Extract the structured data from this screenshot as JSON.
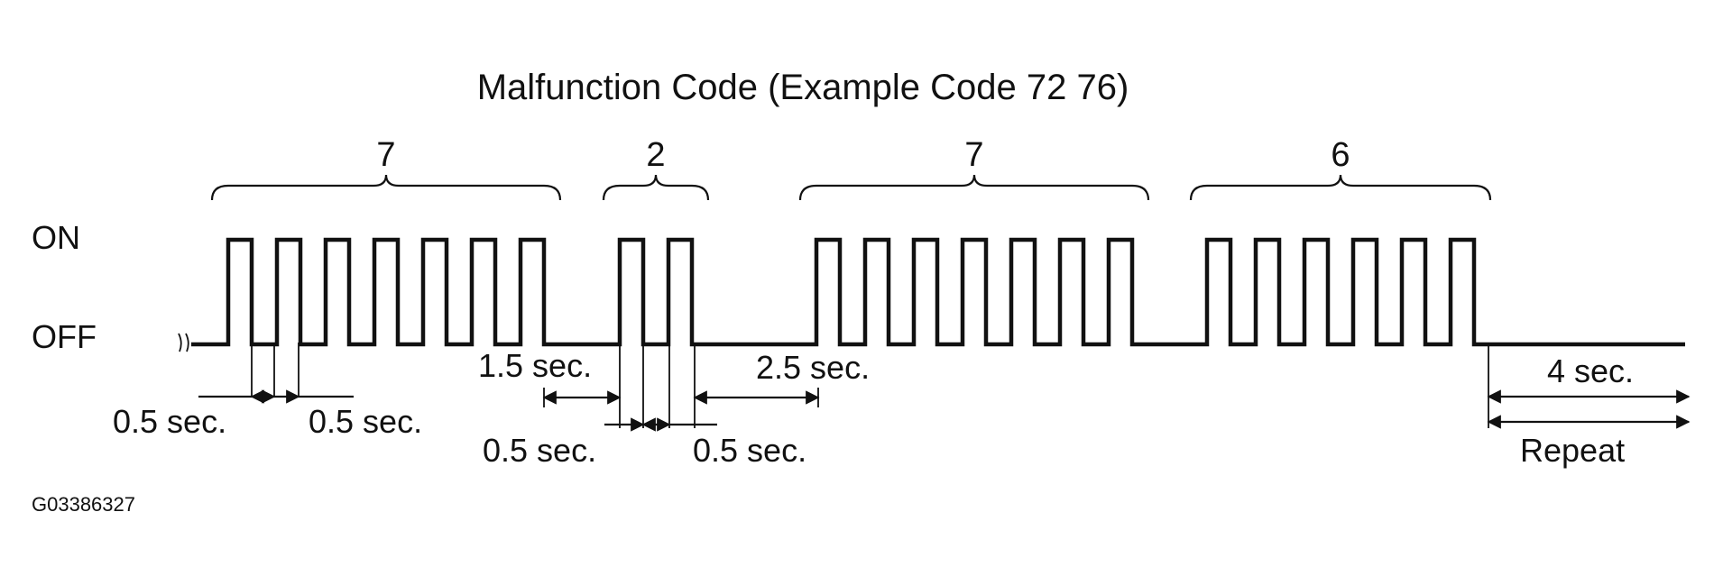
{
  "title": "Malfunction Code (Example Code 72 76)",
  "levels": {
    "on": "ON",
    "off": "OFF"
  },
  "digits": [
    {
      "label": "7",
      "pulses": 7
    },
    {
      "label": "2",
      "pulses": 2
    },
    {
      "label": "7",
      "pulses": 7
    },
    {
      "label": "6",
      "pulses": 6
    }
  ],
  "timing": {
    "pulse_on": "0.5 sec.",
    "pulse_off": "0.5 sec.",
    "digit_gap": "1.5 sec.",
    "code_gap": "2.5 sec.",
    "repeat_gap": "4 sec."
  },
  "labels": {
    "pulse_on_1": "0.5 sec.",
    "pulse_off_1": "0.5 sec.",
    "digit_gap": "1.5 sec.",
    "code_gap": "2.5 sec.",
    "pulse_on_2": "0.5 sec.",
    "pulse_off_2": "0.5 sec.",
    "repeat_gap": "4 sec.",
    "repeat": "Repeat"
  },
  "figure_id": "G03386327",
  "colors": {
    "ink": "#111111",
    "background": "#ffffff"
  }
}
